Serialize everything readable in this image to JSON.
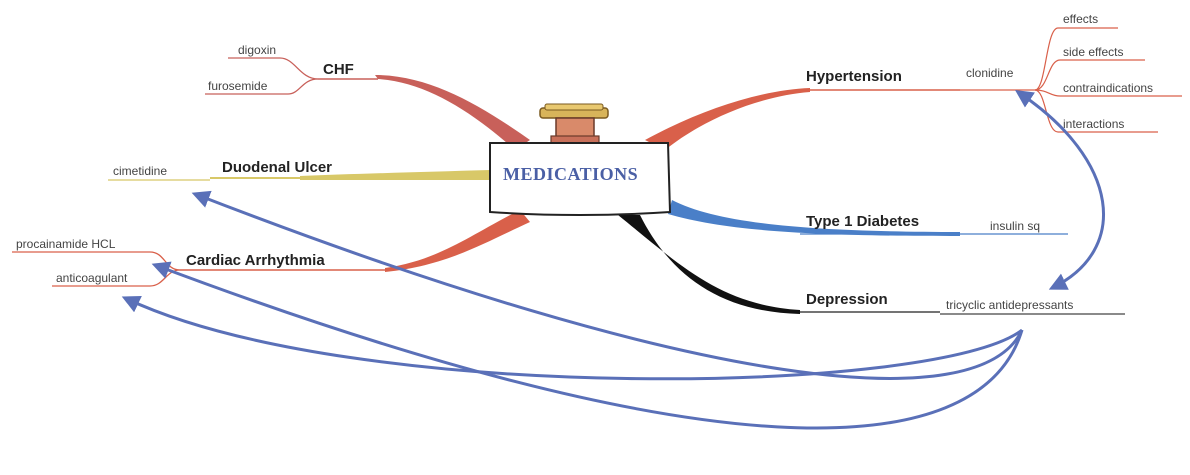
{
  "center": {
    "label": "MEDICATIONS"
  },
  "branches": {
    "chf": {
      "label": "CHF",
      "children": [
        "digoxin",
        "furosemide"
      ]
    },
    "duodenal_ulcer": {
      "label": "Duodenal Ulcer",
      "children": [
        "cimetidine"
      ]
    },
    "cardiac_arrhythmia": {
      "label": "Cardiac Arrhythmia",
      "children": [
        "procainamide HCL",
        "anticoagulant"
      ]
    },
    "hypertension": {
      "label": "Hypertension",
      "children": [
        "clonidine"
      ],
      "grandchildren": [
        "effects",
        "side effects",
        "contraindications",
        "interactions"
      ]
    },
    "type1_diabetes": {
      "label": "Type 1 Diabetes",
      "children": [
        "insulin sq"
      ]
    },
    "depression": {
      "label": "Depression",
      "children": [
        "tricyclic antidepressants"
      ]
    }
  },
  "colors": {
    "red_branch": "#d9604a",
    "ulcer_branch": "#d8c868",
    "diabetes_branch": "#4a7fc8",
    "depression_branch": "#111111",
    "arrow": "#5a70b8",
    "center_text": "#4a5fa5"
  }
}
